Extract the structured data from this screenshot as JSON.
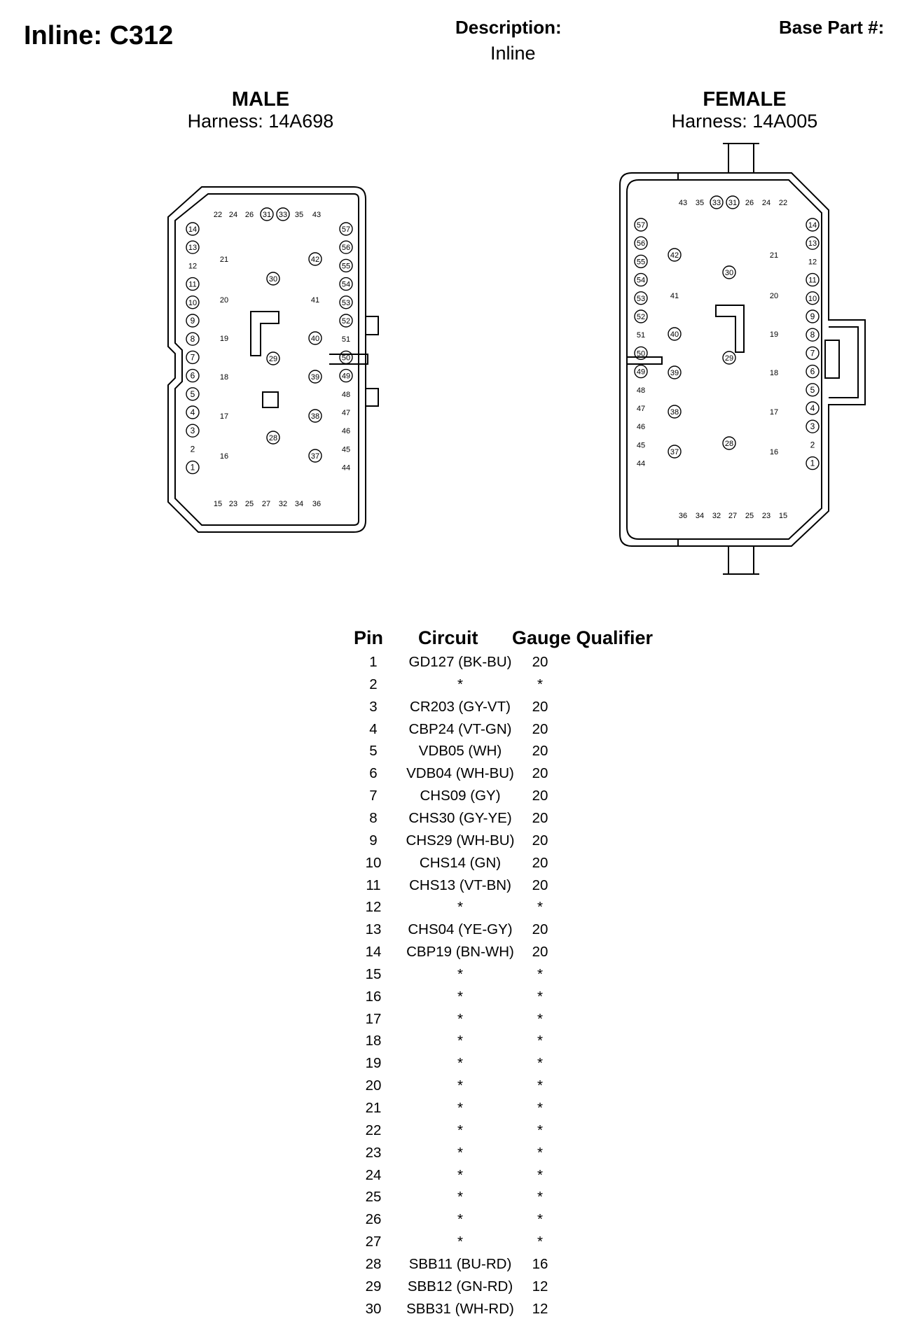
{
  "header": {
    "title": "Inline: C312",
    "description_label": "Description:",
    "description_value": "Inline",
    "base_part_label": "Base Part #:"
  },
  "male": {
    "label": "MALE",
    "harness": "Harness: 14A698",
    "pins": {
      "top": [
        "22",
        "24",
        "26",
        "31",
        "33",
        "35",
        "43"
      ],
      "bottom": [
        "15",
        "23",
        "25",
        "27",
        "32",
        "34",
        "36"
      ],
      "left": [
        "14",
        "13",
        "12",
        "11",
        "10",
        "9",
        "8",
        "7",
        "6",
        "5",
        "4",
        "3",
        "2",
        "1"
      ],
      "right": [
        "57",
        "56",
        "55",
        "54",
        "53",
        "52",
        "51",
        "50",
        "49",
        "48",
        "47",
        "46",
        "45",
        "44"
      ],
      "mid_left": [
        "21",
        "20",
        "19",
        "18",
        "17",
        "16"
      ],
      "mid_center": [
        "30",
        "29",
        "28"
      ],
      "mid_right": [
        "42",
        "41",
        "40",
        "39",
        "38",
        "37"
      ]
    }
  },
  "female": {
    "label": "FEMALE",
    "harness": "Harness: 14A005",
    "pins": {
      "top": [
        "43",
        "35",
        "33",
        "31",
        "26",
        "24",
        "22"
      ],
      "bottom": [
        "36",
        "34",
        "32",
        "27",
        "25",
        "23",
        "15"
      ],
      "left": [
        "57",
        "56",
        "55",
        "54",
        "53",
        "52",
        "51",
        "50",
        "49",
        "48",
        "47",
        "46",
        "45",
        "44"
      ],
      "right": [
        "14",
        "13",
        "12",
        "11",
        "10",
        "9",
        "8",
        "7",
        "6",
        "5",
        "4",
        "3",
        "2",
        "1"
      ],
      "mid_left": [
        "42",
        "41",
        "40",
        "39",
        "38",
        "37"
      ],
      "mid_center": [
        "30",
        "29",
        "28"
      ],
      "mid_right": [
        "21",
        "20",
        "19",
        "18",
        "17",
        "16"
      ]
    }
  },
  "table": {
    "headers": [
      "Pin",
      "Circuit",
      "Gauge Qualifier"
    ],
    "rows": [
      [
        "1",
        "GD127 (BK-BU)",
        "20"
      ],
      [
        "2",
        "*",
        "*"
      ],
      [
        "3",
        "CR203 (GY-VT)",
        "20"
      ],
      [
        "4",
        "CBP24 (VT-GN)",
        "20"
      ],
      [
        "5",
        "VDB05 (WH)",
        "20"
      ],
      [
        "6",
        "VDB04 (WH-BU)",
        "20"
      ],
      [
        "7",
        "CHS09 (GY)",
        "20"
      ],
      [
        "8",
        "CHS30 (GY-YE)",
        "20"
      ],
      [
        "9",
        "CHS29 (WH-BU)",
        "20"
      ],
      [
        "10",
        "CHS14 (GN)",
        "20"
      ],
      [
        "11",
        "CHS13 (VT-BN)",
        "20"
      ],
      [
        "12",
        "*",
        "*"
      ],
      [
        "13",
        "CHS04 (YE-GY)",
        "20"
      ],
      [
        "14",
        "CBP19 (BN-WH)",
        "20"
      ],
      [
        "15",
        "*",
        "*"
      ],
      [
        "16",
        "*",
        "*"
      ],
      [
        "17",
        "*",
        "*"
      ],
      [
        "18",
        "*",
        "*"
      ],
      [
        "19",
        "*",
        "*"
      ],
      [
        "20",
        "*",
        "*"
      ],
      [
        "21",
        "*",
        "*"
      ],
      [
        "22",
        "*",
        "*"
      ],
      [
        "23",
        "*",
        "*"
      ],
      [
        "24",
        "*",
        "*"
      ],
      [
        "25",
        "*",
        "*"
      ],
      [
        "26",
        "*",
        "*"
      ],
      [
        "27",
        "*",
        "*"
      ],
      [
        "28",
        "SBB11 (BU-RD)",
        "16"
      ],
      [
        "29",
        "SBB12 (GN-RD)",
        "12"
      ],
      [
        "30",
        "SBB31 (WH-RD)",
        "12"
      ]
    ]
  }
}
